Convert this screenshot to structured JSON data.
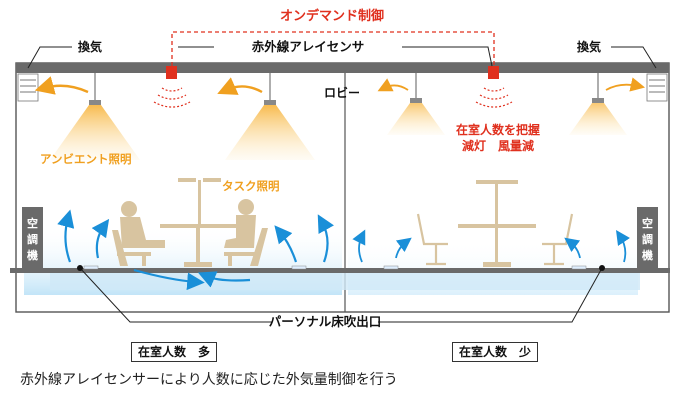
{
  "labels": {
    "on_demand_control": "オンデマンド制御",
    "ventilation_left": "換気",
    "ventilation_right": "換気",
    "infrared_sensor": "赤外線アレイセンサ",
    "lobby": "ロビー",
    "ambient_lighting": "アンビエント照明",
    "task_lighting": "タスク照明",
    "occupancy_detect": "在室人数を把握",
    "dim_and_airflow": "減灯　風量減",
    "air_conditioner_left": "空調機",
    "air_conditioner_right": "空調機",
    "personal_floor_outlet": "パーソナル床吹出口",
    "occupancy_high": "在室人数　多",
    "occupancy_low": "在室人数　少"
  },
  "caption": "赤外線アレイセンサーにより人数に応じた外気量制御を行う",
  "colors": {
    "accent_red": "#e0301e",
    "orange": "#f0a020",
    "light_warm": "#f5c060",
    "air_blue": "#1a8fd8",
    "structure_gray": "#6a6a6a",
    "furniture_beige": "#d8c4a0"
  }
}
